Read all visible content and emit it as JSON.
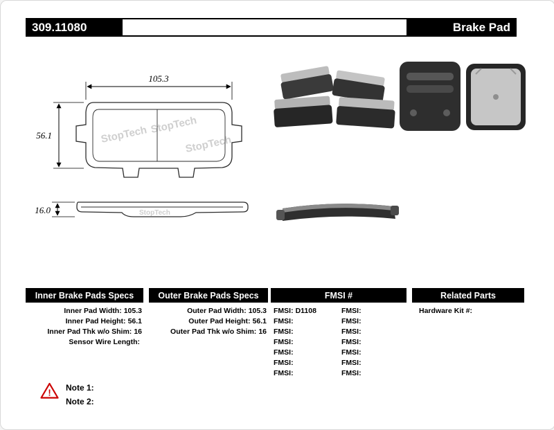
{
  "header": {
    "part_number": "309.11080",
    "title": "Brake Pad"
  },
  "diagram": {
    "width": "105.3",
    "height": "56.1",
    "thickness": "16.0",
    "watermark": "StopTech"
  },
  "specs": {
    "inner": {
      "title": "Inner Brake Pads Specs",
      "rows": [
        {
          "label": "Inner Pad Width:",
          "value": "105.3"
        },
        {
          "label": "Inner Pad Height:",
          "value": "56.1"
        },
        {
          "label": "Inner Pad Thk w/o Shim:",
          "value": "16"
        },
        {
          "label": "Sensor Wire Length:",
          "value": ""
        }
      ]
    },
    "outer": {
      "title": "Outer Brake Pads Specs",
      "rows": [
        {
          "label": "Outer Pad Width:",
          "value": "105.3"
        },
        {
          "label": "Outer Pad Height:",
          "value": "56.1"
        },
        {
          "label": "Outer Pad Thk w/o Shim:",
          "value": "16"
        }
      ]
    },
    "fmsi": {
      "title": "FMSI #",
      "col1": [
        {
          "label": "FMSI:",
          "value": "D1108"
        },
        {
          "label": "FMSI:",
          "value": ""
        },
        {
          "label": "FMSI:",
          "value": ""
        },
        {
          "label": "FMSI:",
          "value": ""
        },
        {
          "label": "FMSI:",
          "value": ""
        },
        {
          "label": "FMSI:",
          "value": ""
        },
        {
          "label": "FMSI:",
          "value": ""
        }
      ],
      "col2": [
        {
          "label": "FMSI:",
          "value": ""
        },
        {
          "label": "FMSI:",
          "value": ""
        },
        {
          "label": "FMSI:",
          "value": ""
        },
        {
          "label": "FMSI:",
          "value": ""
        },
        {
          "label": "FMSI:",
          "value": ""
        },
        {
          "label": "FMSI:",
          "value": ""
        },
        {
          "label": "FMSI:",
          "value": ""
        }
      ]
    },
    "related": {
      "title": "Related Parts",
      "rows": [
        {
          "label": "Hardware Kit #:",
          "value": ""
        }
      ]
    }
  },
  "notes": {
    "note1": "Note 1:",
    "note2": "Note 2:"
  }
}
